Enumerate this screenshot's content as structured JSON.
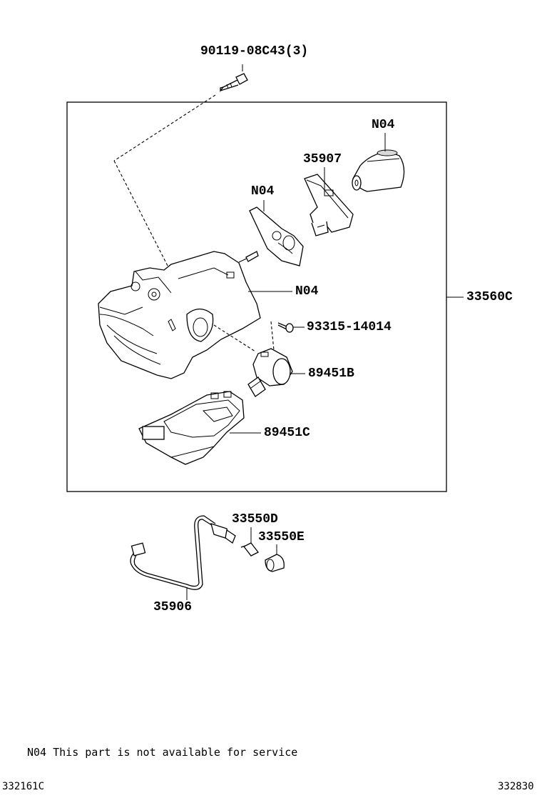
{
  "diagram": {
    "labels": {
      "bolt": "90119-08C43(3)",
      "knob": "N04",
      "bracket_35907": "35907",
      "plate_n04": "N04",
      "housing_n04": "N04",
      "assembly": "33560C",
      "screw": "93315-14014",
      "switch_b": "89451B",
      "switch_c": "89451C",
      "bulb_d": "33550D",
      "bulb_e": "33550E",
      "wire": "35906"
    },
    "note": "N04 This part is not available for service",
    "code_left": "332161C",
    "code_right": "332830"
  }
}
